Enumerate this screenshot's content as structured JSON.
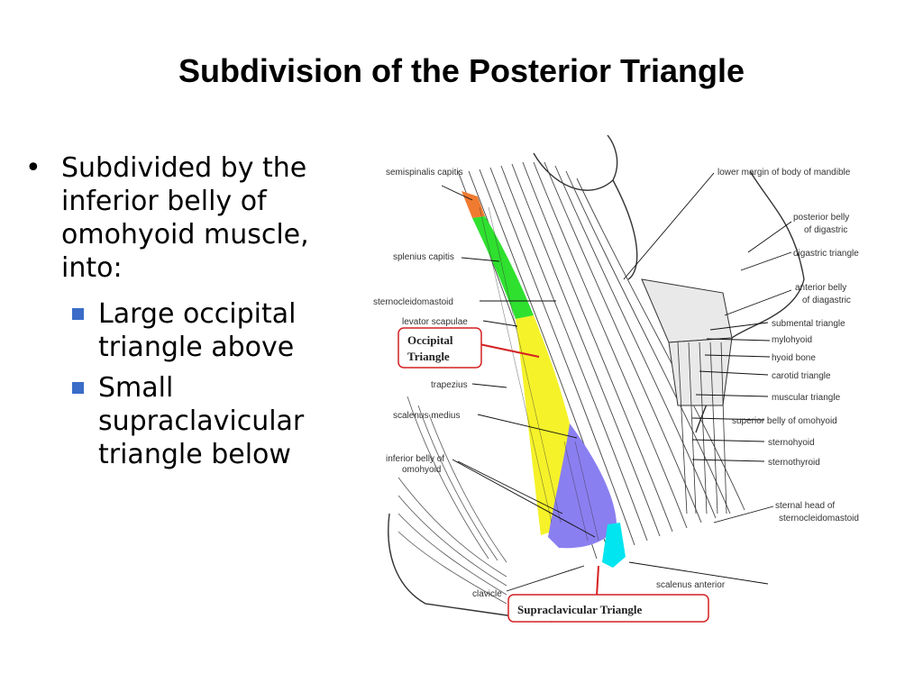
{
  "slide": {
    "title": "Subdivision of the Posterior Triangle"
  },
  "bullets": {
    "main": "Subdivided by the\ninferior belly of\nomohyoid muscle,\ninto:",
    "sub": [
      "Large occipital\ntriangle above",
      "Small\nsupraclavicular\ntriangle below"
    ]
  },
  "diagram": {
    "labels_left": {
      "semispinalis": "semispinalis capitis",
      "splenius": "splenius capitis",
      "scm": "sternocleidomastoid",
      "levator": "levator scapulae",
      "trapezius": "trapezius",
      "scalenus_medius": "scalenus medius",
      "inferior_belly_1": "inferior belly of",
      "inferior_belly_2": "omohyoid",
      "clavicle": "clavicle"
    },
    "labels_right": {
      "mandible": "lower margin of body of mandible",
      "post_digastric_1": "posterior belly",
      "post_digastric_2": "of digastric",
      "digastric_triangle": "digastric triangle",
      "ant_digastric_1": "anterior belly",
      "ant_digastric_2": "of diagastric",
      "submental": "submental triangle",
      "mylohyoid": "mylohyoid",
      "hyoid": "hyoid bone",
      "carotid": "carotid triangle",
      "muscular": "muscular triangle",
      "sup_omohyoid": "superior belly of omohyoid",
      "sternohyoid": "sternohyoid",
      "sternothyroid": "sternothyroid",
      "sternal_head_1": "sternal head of",
      "sternal_head_2": "sternocleidomastoid",
      "scalenus_anterior": "scalenus anterior"
    },
    "boxes": {
      "occipital_1": "Occipital",
      "occipital_2": "Triangle",
      "supraclavicular": "Supraclavicular Triangle"
    },
    "colors": {
      "occipital_fill": "#f5f22a",
      "supraclavicular_fill": "#00e5f0",
      "omohyoid_region": "#8a7ff0",
      "splenius_fill": "#2fe02f",
      "semispinalis_fill": "#f07a30",
      "label_box_border": "#d42020"
    }
  }
}
